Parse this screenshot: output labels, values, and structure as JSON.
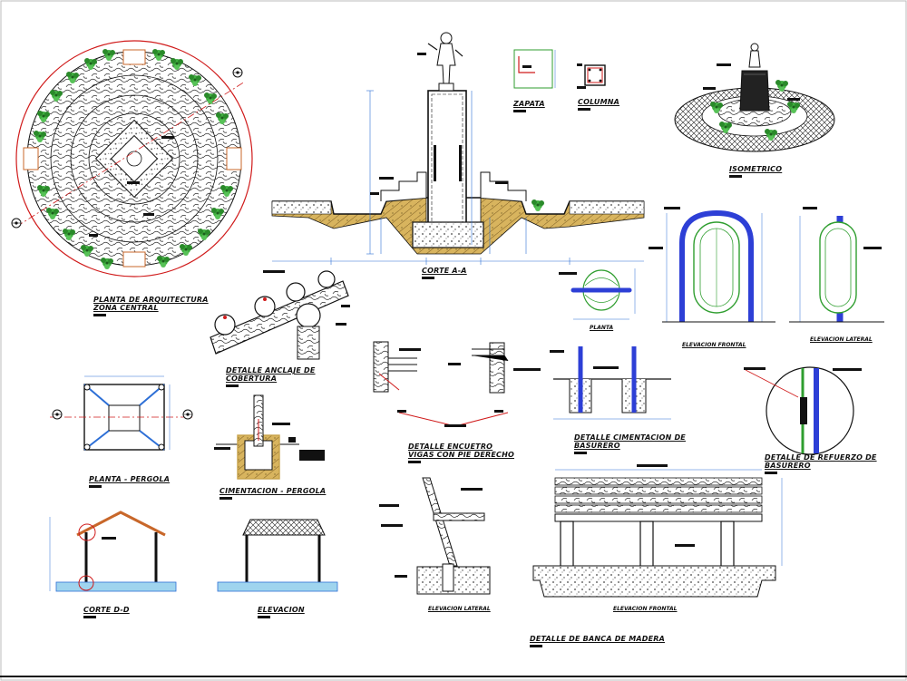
{
  "sheet": {
    "background": "#ffffff",
    "line_color": "#111111",
    "dimension_color": "#2d6fd6",
    "section_color": "#d01b1b",
    "vegetation_color": "#2f9e2f",
    "soil_color": "#c8a24a"
  },
  "labels": {
    "planta_arquitectura_1": "PLANTA DE ARQUITECTURA",
    "planta_arquitectura_2": "ZONA CENTRAL",
    "corte_aa": "CORTE A-A",
    "zapata": "ZAPATA",
    "columna": "COLUMNA",
    "isometrico": "ISOMETRICO",
    "planta_basurero": "PLANTA",
    "elevacion_frontal_basurero": "ELEVACION FRONTAL",
    "elevacion_lateral_basurero": "ELEVACION LATERAL",
    "detalle_anclaje_1": "DETALLE ANCLAJE DE",
    "detalle_anclaje_2": "COBERTURA",
    "detalle_encuentro_1": "DETALLE ENCUETRO",
    "detalle_encuentro_2": "VIGAS CON PIE DERECHO",
    "detalle_cimentacion_basurero_1": "DETALLE CIMENTACION DE",
    "detalle_cimentacion_basurero_2": "BASURERO",
    "detalle_refuerzo_1": "DETALLE DE REFUERZO DE",
    "detalle_refuerzo_2": "BASURERO",
    "planta_pergola": "PLANTA - PERGOLA",
    "cimentacion_pergola": "CIMENTACION - PERGOLA",
    "corte_dd": "CORTE D-D",
    "elevacion_pergola": "ELEVACION",
    "elevacion_lateral_banca": "ELEVACION LATERAL",
    "elevacion_frontal_banca": "ELEVACION FRONTAL",
    "detalle_banca": "DETALLE DE BANCA DE MADERA"
  },
  "icons": [
    "section-marker-icon",
    "north-arrow-icon",
    "tree-icon",
    "statue-icon"
  ]
}
